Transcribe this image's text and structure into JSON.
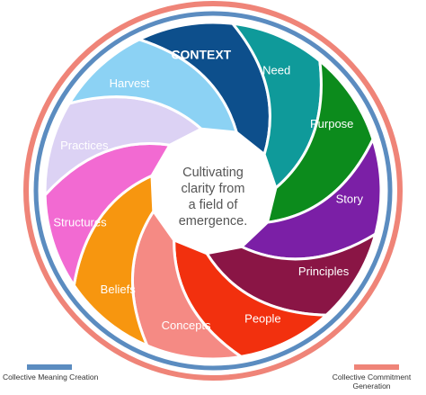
{
  "center_text": [
    "Cultivating",
    "clarity from",
    "a field of",
    "emergence."
  ],
  "segments": [
    {
      "label": "CONTEXT",
      "color": "#0d4f8c",
      "text_color": "#ffffff",
      "bold": true
    },
    {
      "label": "Need",
      "color": "#0f9a9a",
      "text_color": "#ffffff",
      "bold": false
    },
    {
      "label": "Purpose",
      "color": "#0c8b1c",
      "text_color": "#ffffff",
      "bold": false
    },
    {
      "label": "Story",
      "color": "#7b1fa6",
      "text_color": "#ffffff",
      "bold": false
    },
    {
      "label": "Principles",
      "color": "#8a1545",
      "text_color": "#ffffff",
      "bold": false
    },
    {
      "label": "People",
      "color": "#f2300e",
      "text_color": "#ffffff",
      "bold": false
    },
    {
      "label": "Concepts",
      "color": "#f58a84",
      "text_color": "#ffffff",
      "bold": false
    },
    {
      "label": "Beliefs",
      "color": "#f7960f",
      "text_color": "#ffffff",
      "bold": false
    },
    {
      "label": "Structures",
      "color": "#f26ad2",
      "text_color": "#ffffff",
      "bold": false
    },
    {
      "label": "Practices",
      "color": "#dcd2f4",
      "text_color": "#ffffff",
      "bold": false
    },
    {
      "label": "Harvest",
      "color": "#8cd2f4",
      "text_color": "#ffffff",
      "bold": false
    }
  ],
  "rings": {
    "collective_meaning_color": "#5b8cc0",
    "collective_commitment_color": "#ef8478"
  },
  "legend": {
    "left_label": "Collective Meaning Creation",
    "right_label_line1": "Collective Commitment",
    "right_label_line2": "Generation"
  }
}
